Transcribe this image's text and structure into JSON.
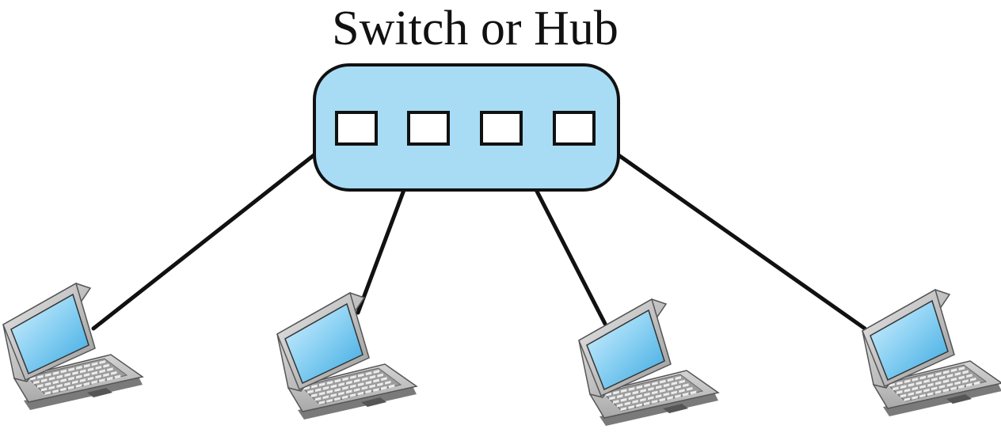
{
  "diagram": {
    "title": "Switch or Hub",
    "colors": {
      "hub_fill": "#a8dcf5",
      "screen": "#7ccaf0",
      "laptop_body": "#c8c8c8",
      "line": "#111111"
    },
    "nodes": [
      {
        "id": "hub",
        "kind": "switch-or-hub",
        "ports": 4
      },
      {
        "id": "laptop-1",
        "kind": "laptop",
        "connects_to_port": 1
      },
      {
        "id": "laptop-2",
        "kind": "laptop",
        "connects_to_port": 2
      },
      {
        "id": "laptop-3",
        "kind": "laptop",
        "connects_to_port": 3
      },
      {
        "id": "laptop-4",
        "kind": "laptop",
        "connects_to_port": 4
      }
    ]
  }
}
